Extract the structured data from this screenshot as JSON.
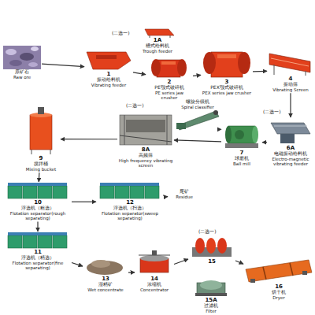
{
  "diagram": {
    "nodes": [
      {
        "text": [
          "原矿石",
          "Raw ore"
        ]
      },
      {
        "text": [
          "1A",
          "槽式给料机",
          "Trough feeder"
        ]
      },
      {
        "text": [
          "1",
          "振动给料机",
          "Vibrating feeder"
        ]
      },
      {
        "text": [
          "2",
          "PE颚式破碎机",
          "PE series jaw crusher"
        ]
      },
      {
        "text": [
          "3",
          "PEX颚式破碎机",
          "PEX series jaw crusher"
        ]
      },
      {
        "text": [
          "4",
          "振动筛",
          "Vibrating Screen"
        ]
      },
      {
        "text": [
          "螺旋分级机",
          "Spiral classifier"
        ]
      },
      {
        "text": [
          "9",
          "搅拌桶",
          "Mixing bucket"
        ]
      },
      {
        "text": [
          "8A",
          "高频筛",
          "High frequency vibrating screen"
        ]
      },
      {
        "text": [
          "7",
          "球磨机",
          "Ball mill"
        ]
      },
      {
        "text": [
          "6A",
          "电磁振动给料机",
          "Electro-magnetic vibrating feeder"
        ]
      },
      {
        "text": [
          "10",
          "浮选机（粗选）",
          "Flotation separator(rough separating)"
        ]
      },
      {
        "text": [
          "12",
          "浮选机（扫选）",
          "Flotation separator(sweep separating)"
        ]
      },
      {
        "text": [
          "尾矿",
          "Residue"
        ]
      },
      {
        "text": [
          "11",
          "浮选机（精选）",
          "Flotation separator(fine separating)"
        ]
      },
      {
        "text": [
          "13",
          "湿精矿",
          "Wet concentrate"
        ]
      },
      {
        "text": [
          "14",
          "浓缩机",
          "Concentrator"
        ]
      },
      {
        "text": [
          "15"
        ]
      },
      {
        "text": [
          "15A",
          "过滤机",
          "Filter"
        ]
      },
      {
        "text": [
          "16",
          "烘干机",
          "Dryer"
        ]
      }
    ],
    "edges": [
      {
        "from": 0,
        "to": 2,
        "arrow": "to"
      },
      {
        "from": 2,
        "to": 3,
        "arrow": "to"
      },
      {
        "from": 3,
        "to": 4,
        "arrow": "to"
      },
      {
        "from": 4,
        "to": 5,
        "arrow": "to"
      },
      {
        "from": 5,
        "to": 10,
        "arrow": "to"
      },
      {
        "from": 10,
        "to": 9,
        "arrow": "to"
      },
      {
        "from": 9,
        "to": 6,
        "arrow": "to"
      },
      {
        "from": 9,
        "to": 8,
        "arrow": "to"
      },
      {
        "from": 8,
        "to": 7,
        "arrow": "to"
      },
      {
        "from": 7,
        "to": 11,
        "arrow": "to"
      },
      {
        "from": 11,
        "to": 12,
        "arrow": "to"
      },
      {
        "from": 12,
        "to": 13,
        "arrow": "to"
      },
      {
        "from": 11,
        "to": 14,
        "arrow": "to"
      },
      {
        "from": 14,
        "to": 15,
        "arrow": "to"
      },
      {
        "from": 15,
        "to": 16,
        "arrow": "to"
      },
      {
        "from": 16,
        "to": 17,
        "arrow": "to"
      },
      {
        "from": 17,
        "to": 19,
        "arrow": "to"
      }
    ],
    "labels": [
      "(二选一)",
      "(二选一)",
      "(二选一)",
      "(二选一)"
    ]
  }
}
